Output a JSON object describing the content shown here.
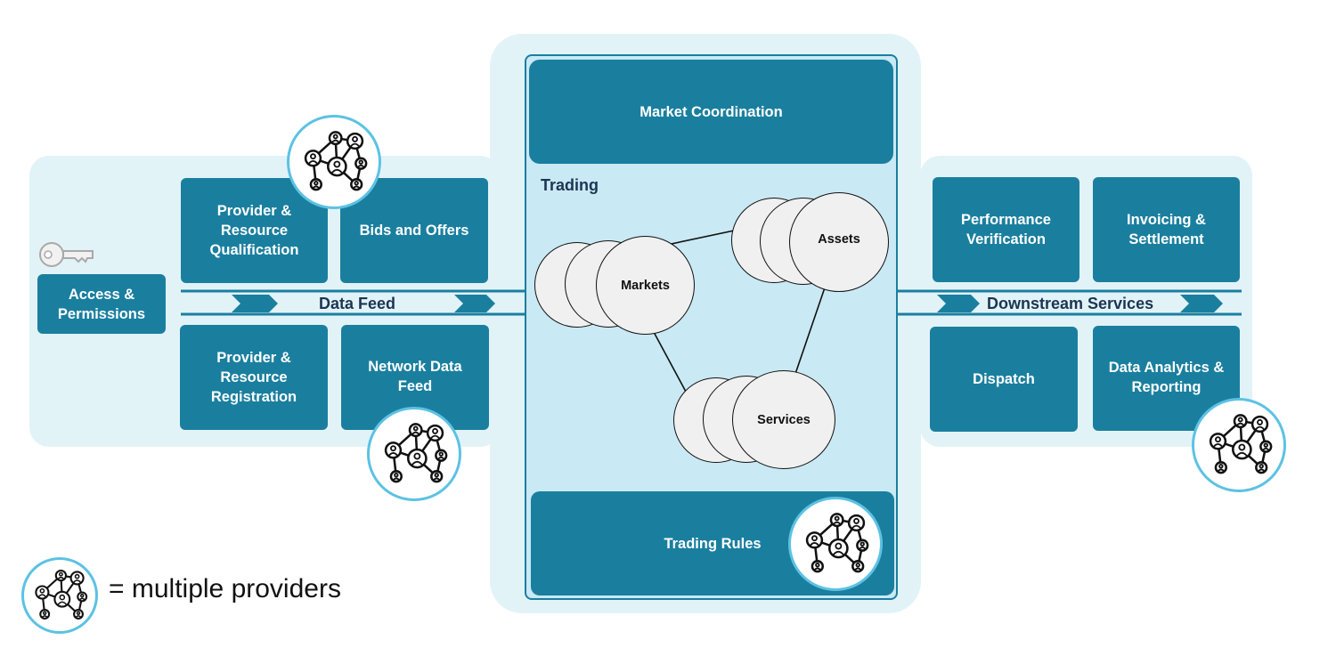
{
  "boxes": {
    "access": "Access &\nPermissions",
    "prov_qual": "Provider &\nResource\nQualification",
    "bids": "Bids and Offers",
    "prov_reg": "Provider &\nResource\nRegistration",
    "net_feed": "Network Data\nFeed",
    "market_coord": "Market Coordination",
    "trading_rules": "Trading Rules",
    "perf": "Performance\nVerification",
    "invoicing": "Invoicing &\nSettlement",
    "dispatch": "Dispatch",
    "analytics": "Data Analytics &\nReporting"
  },
  "labels": {
    "data_feed": "Data Feed",
    "downstream": "Downstream Services",
    "trading": "Trading"
  },
  "circles": {
    "markets": "Markets",
    "assets": "Assets",
    "services": "Services"
  },
  "legend": {
    "text": "= multiple providers"
  },
  "icons": {
    "key": "key-icon",
    "network": "multiple-providers-icon"
  },
  "colors": {
    "box": "#1a7f9f",
    "panel": "#e2f3f8",
    "trading_bg": "#c9e9f4",
    "badge_ring": "#5cc2e3",
    "label_text": "#1b3553"
  }
}
